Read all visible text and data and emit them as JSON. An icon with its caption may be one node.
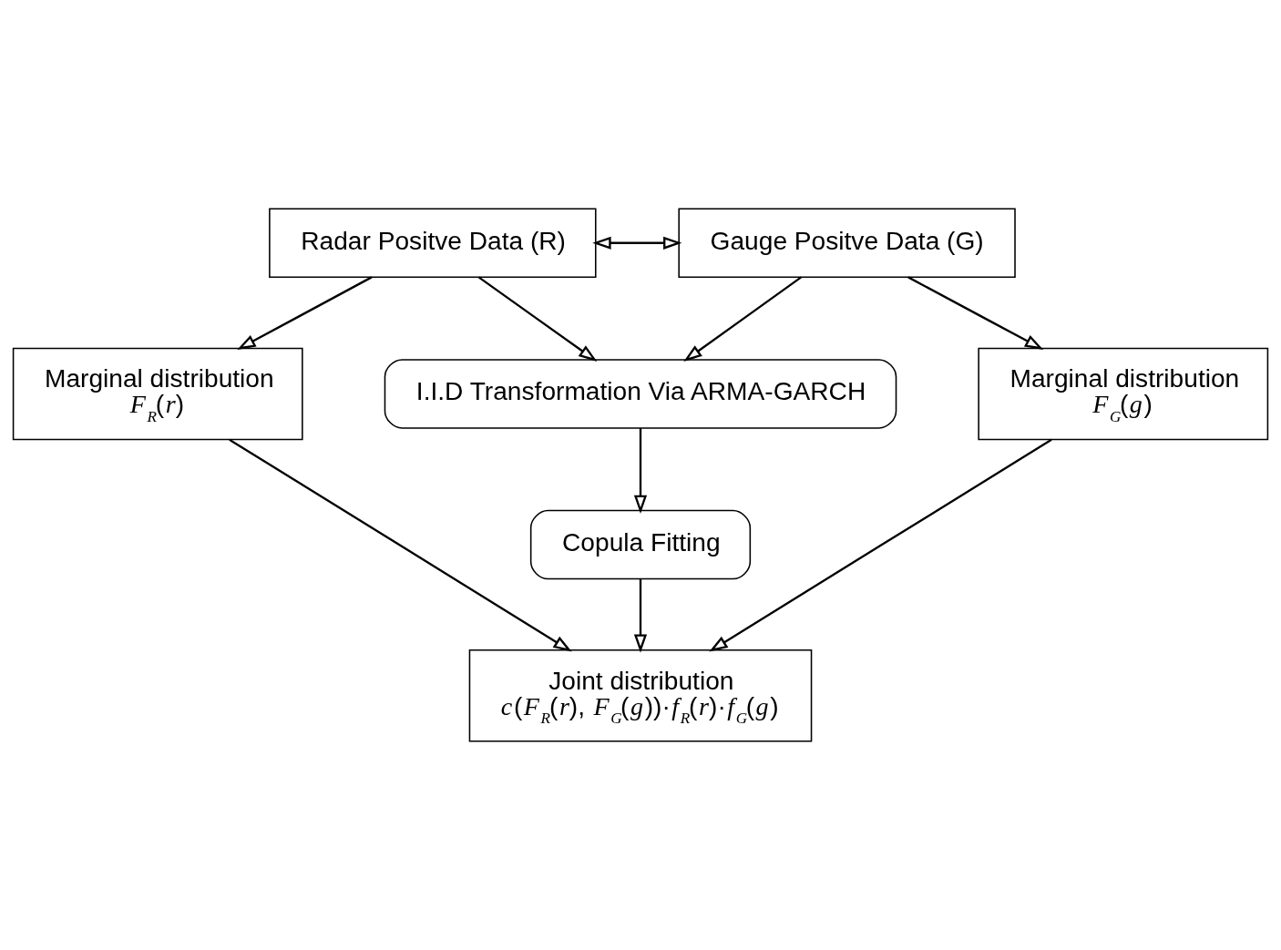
{
  "diagram": {
    "nodes": [
      {
        "text": [
          "Radar Positve Data (R)"
        ]
      },
      {
        "text": [
          "Gauge Positve Data (G)"
        ]
      },
      {
        "text": [
          "Marginal distribution",
          "*F*$_{R}$(*r*)"
        ]
      },
      {
        "text": [
          "I.I.D Transformation Via ARMA-GARCH"
        ]
      },
      {
        "text": [
          "Marginal distribution",
          "*F*$_{G}$(*g*)"
        ]
      },
      {
        "text": [
          "Copula Fitting"
        ]
      },
      {
        "text": [
          "Joint distribution",
          "*c*(*F*$_{R}$(*r*), *F*$_{G}$(*g*))·*f*$_{R}$(*r*)·*f*$_{G}$(*g*)"
        ]
      }
    ],
    "edges": [
      {
        "from": 0,
        "to": 1,
        "arrow": "both"
      },
      {
        "from": 0,
        "to": 3,
        "arrow": "to"
      },
      {
        "from": 1,
        "to": 3,
        "arrow": "to"
      },
      {
        "from": 0,
        "to": 2,
        "arrow": "to"
      },
      {
        "from": 1,
        "to": 4,
        "arrow": "to"
      },
      {
        "from": 3,
        "to": 5,
        "arrow": "to"
      },
      {
        "from": 2,
        "to": 6,
        "arrow": "to"
      },
      {
        "from": 5,
        "to": 6,
        "arrow": "to"
      },
      {
        "from": 4,
        "to": 6,
        "arrow": "to"
      }
    ]
  }
}
